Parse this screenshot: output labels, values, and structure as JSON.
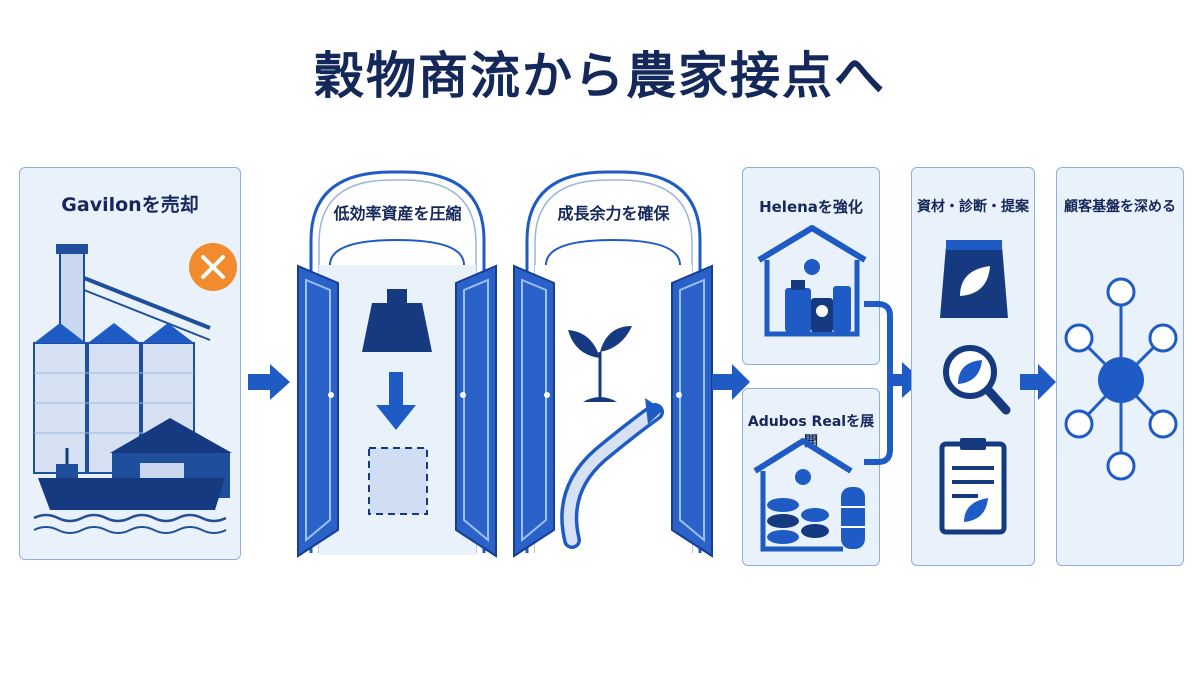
{
  "title": "穀物商流から農家接点へ",
  "steps": {
    "gavilon": "Gavilonを売却",
    "compress": "低効率資産を圧縮",
    "capacity": "成長余力を確保",
    "helena": "Helenaを強化",
    "adubos": "Adubos Realを展開",
    "services": "資材・診断・提案",
    "customer": "顧客基盤を深める"
  },
  "icons": {
    "sell_mark": "x-circle-icon",
    "compress": "weight-icon",
    "capacity": "sprout-icon",
    "services": [
      "fertilizer-bag-icon",
      "magnifier-leaf-icon",
      "clipboard-leaf-icon"
    ],
    "customer": "network-hub-icon"
  },
  "colors": {
    "navy": "#14285a",
    "blue": "#1f5bc4",
    "panel": "#e9f1fb",
    "orange": "#f28a2e"
  }
}
